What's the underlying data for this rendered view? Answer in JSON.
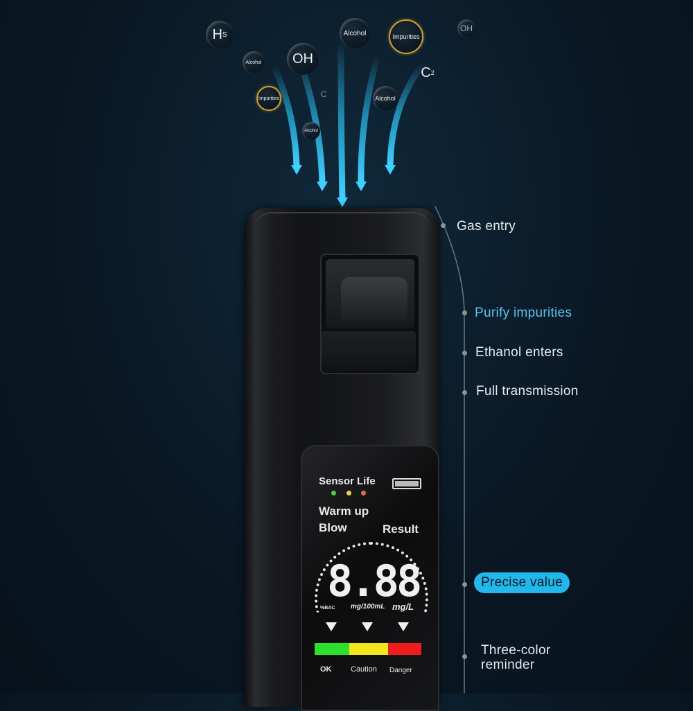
{
  "bubbles": [
    {
      "text": "H",
      "sub": "S"
    },
    {
      "text": "Alcohol"
    },
    {
      "text": "OH"
    },
    {
      "text": "Impurities"
    },
    {
      "text": "C"
    },
    {
      "text": "Alcohol"
    },
    {
      "text": "Alcohol"
    },
    {
      "text": "Impurities"
    },
    {
      "text": "Alcohol"
    },
    {
      "text": "C",
      "sub": "2"
    },
    {
      "text": "OH"
    }
  ],
  "callouts": [
    {
      "label": "Gas entry"
    },
    {
      "label": "Purify impurities",
      "color": "#5cc3ee"
    },
    {
      "label": "Ethanol enters"
    },
    {
      "label": "Full transmission"
    },
    {
      "label": "Precise value",
      "highlight": "#22b8ec"
    },
    {
      "label": "Three-color",
      "label2": "reminder"
    }
  ],
  "screen": {
    "sensor_life": "Sensor Life",
    "warm_up": "Warm up",
    "blow": "Blow",
    "result": "Result",
    "reading": "8.88",
    "units": [
      "%BAC",
      "mg/100mL",
      "mg/L"
    ],
    "levels": [
      {
        "label": "OK",
        "color": "#2ee02e"
      },
      {
        "label": "Caution",
        "color": "#f4e81c"
      },
      {
        "label": "Danger",
        "color": "#ee1c1c"
      }
    ],
    "led_colors": [
      "#4ccf4c",
      "#e5d54a",
      "#e07048"
    ]
  },
  "colors": {
    "accent": "#22b8ec",
    "background": "#0a1824"
  }
}
